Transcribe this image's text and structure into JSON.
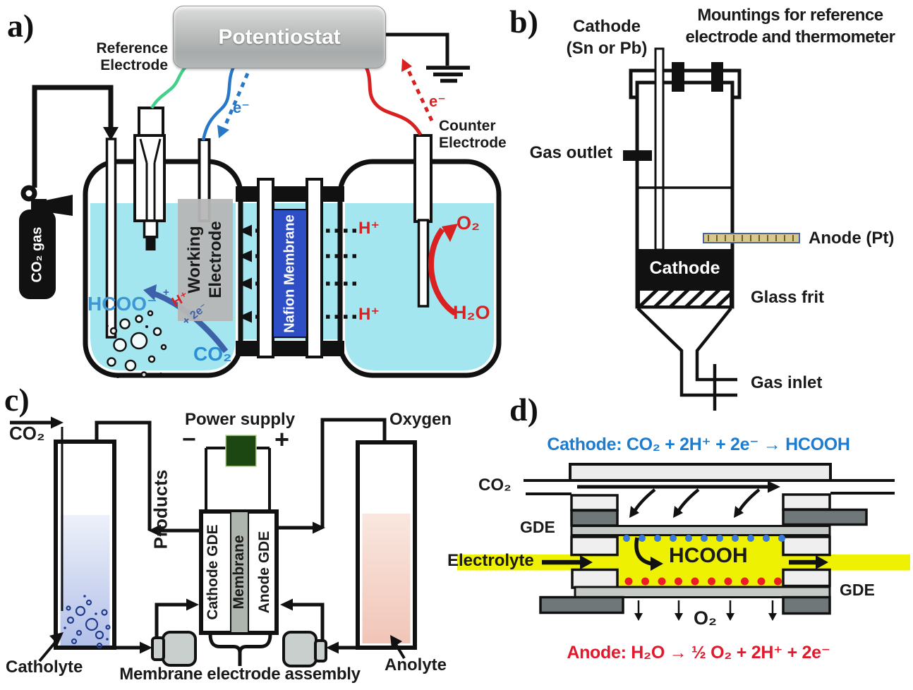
{
  "colors": {
    "liquid_cyan": "#a4e6f0",
    "membrane_blue": "#2d4ec4",
    "red": "#d92121",
    "blue_wire": "#2779c8",
    "green_wire": "#42d08c",
    "blue_text": "#2e8ed4",
    "reaction_blue": "#3d62aa",
    "electrolyte_yellow": "#eef202",
    "cathode_eq_blue": "#1b7cd0",
    "anode_eq_red": "#e0192d",
    "power_supply_green": "#1c4713"
  },
  "a": {
    "tag": "a)",
    "potentiostat": "Potentiostat",
    "reference": [
      "Reference",
      "Electrode"
    ],
    "counter": [
      "Counter",
      "Electrode"
    ],
    "e_blue": "e⁻",
    "e_red": "e⁻",
    "cylinder": "CO₂ gas",
    "working": [
      "Working",
      "Electrode"
    ],
    "membrane": "Nafion Membrane",
    "h_top": "H⁺",
    "h_bottom": "H⁺",
    "hcoo": "HCOO⁻",
    "co2": "CO₂",
    "o2": "O₂",
    "h2o": "H₂O",
    "rx_plus": "+",
    "rx_h": "H⁺",
    "rx_e": "+ 2e⁻"
  },
  "b": {
    "tag": "b)",
    "cathode_title": [
      "Cathode",
      "(Sn or Pb)"
    ],
    "mountings": [
      "Mountings for reference",
      "electrode and thermometer"
    ],
    "gas_outlet": "Gas outlet",
    "anode": "Anode (Pt)",
    "cathode": "Cathode",
    "glass_frit": "Glass frit",
    "gas_inlet": "Gas inlet"
  },
  "c": {
    "tag": "c)",
    "co2": "CO₂",
    "products": "Products",
    "power": "Power supply",
    "minus": "−",
    "plus": "+",
    "oxygen": "Oxygen",
    "cathode_gde": "Cathode GDE",
    "membrane": "Membrane",
    "anode_gde": "Anode GDE",
    "catholyte": "Catholyte",
    "anolyte": "Anolyte",
    "mea": "Membrane electrode assembly"
  },
  "d": {
    "tag": "d)",
    "cathode_eq": "Cathode: CO₂ + 2H⁺ + 2e⁻ → HCOOH",
    "anode_eq": "Anode: H₂O → ½ O₂ + 2H⁺ + 2e⁻",
    "co2": "CO₂",
    "gde_top": "GDE",
    "gde_bottom": "GDE",
    "electrolyte": "Electrolyte",
    "hcooh": "HCOOH",
    "o2": "O₂"
  }
}
